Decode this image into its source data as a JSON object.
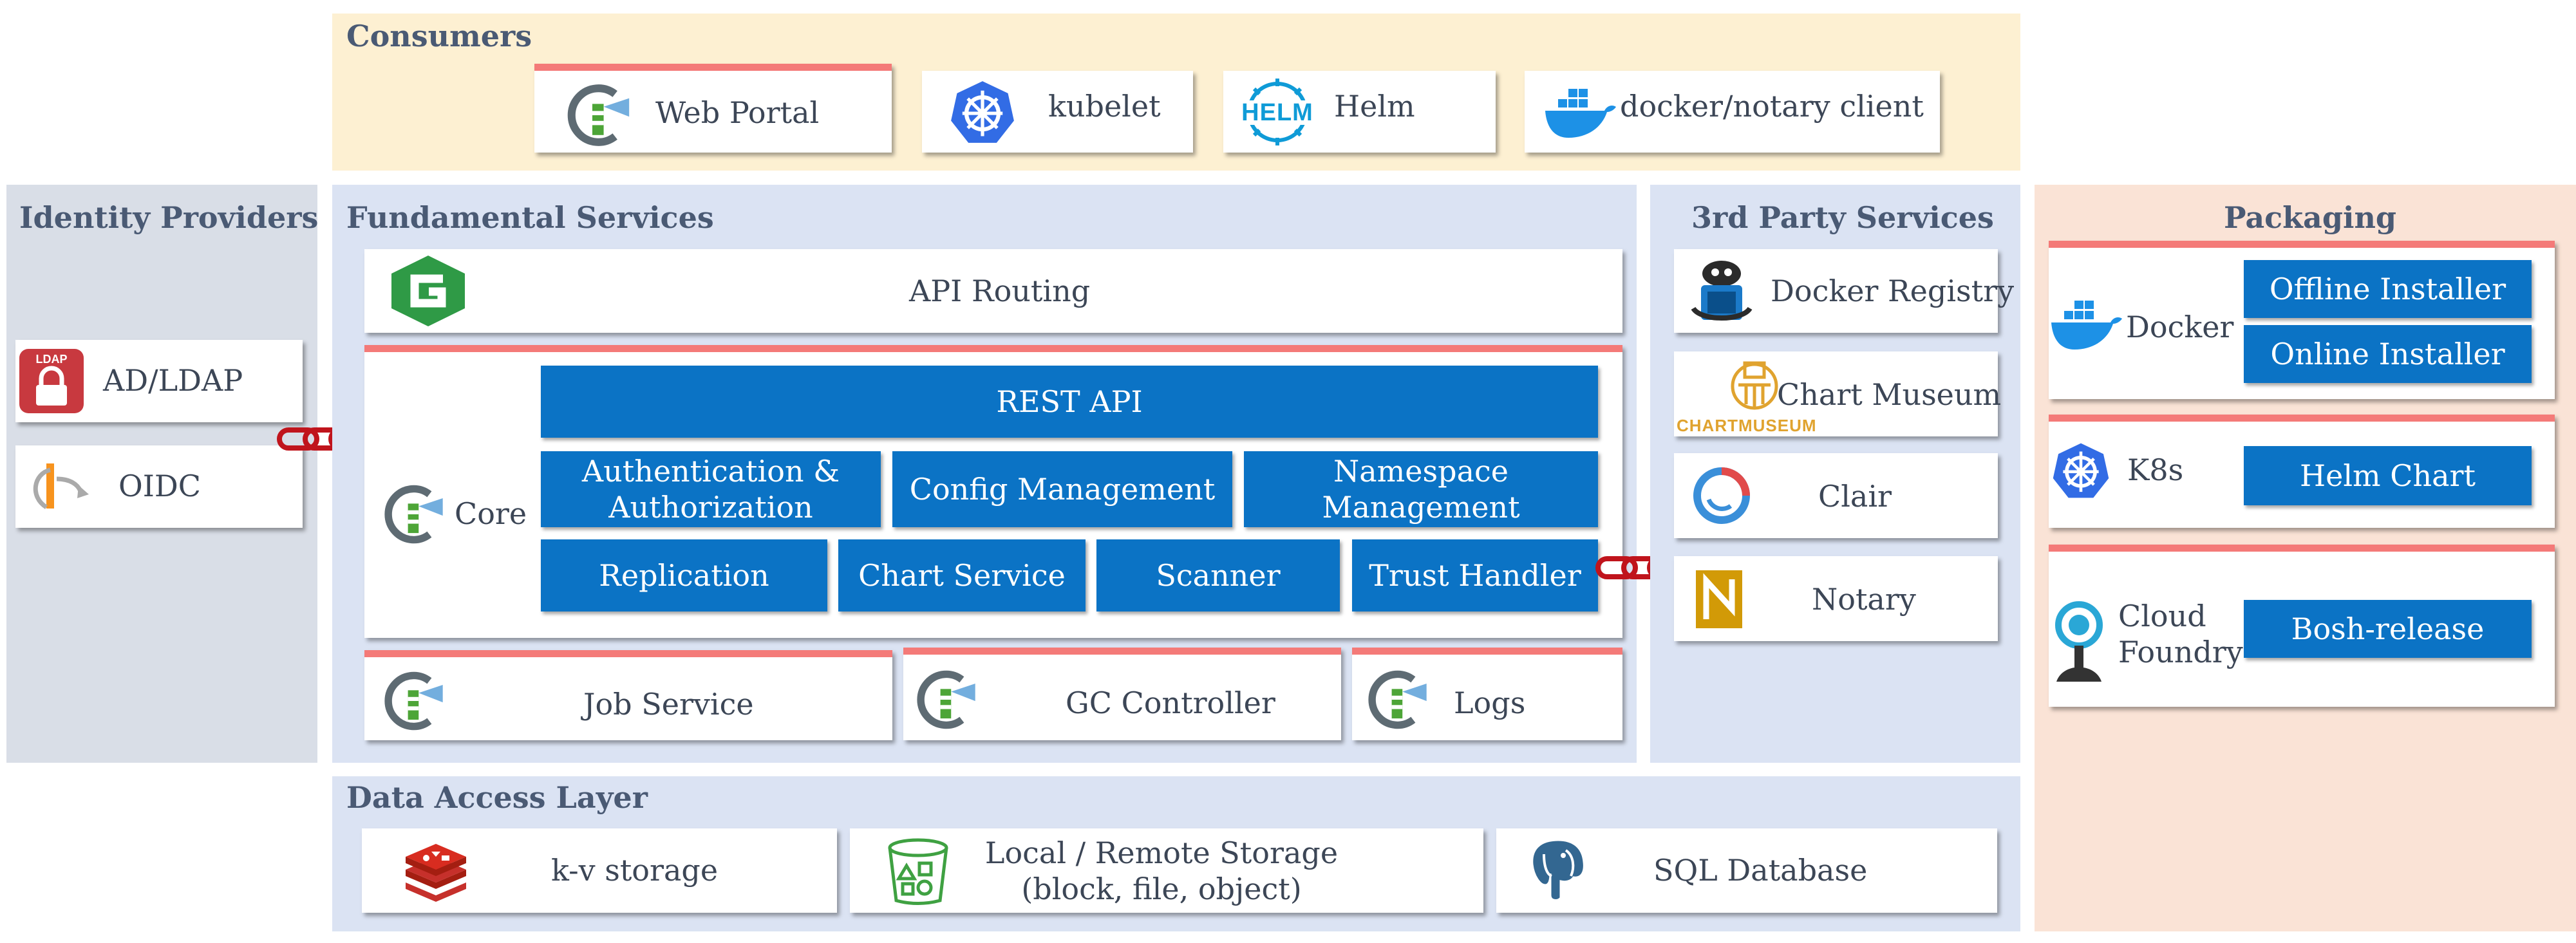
{
  "colors": {
    "consumers_bg": "#fdf0d2",
    "panel_bg": "#dbe3f3",
    "identity_bg": "#d9dee7",
    "packaging_bg": "#fae3d6",
    "blue_box": "#0b73c5",
    "accent_red": "#f47a78",
    "title_text": "#4a5a74",
    "link_red": "#c0141c"
  },
  "consumers": {
    "title": "Consumers",
    "items": [
      {
        "label": "Web Portal",
        "icon": "harbor-icon"
      },
      {
        "label": "kubelet",
        "icon": "kubernetes-icon"
      },
      {
        "label": "Helm",
        "icon": "helm-icon",
        "icon_text": "HELM"
      },
      {
        "label": "docker/notary client",
        "icon": "docker-icon"
      }
    ]
  },
  "identity": {
    "title": "Identity Providers",
    "items": [
      {
        "label": "AD/LDAP",
        "icon": "ldap-icon",
        "icon_text": "LDAP"
      },
      {
        "label": "OIDC",
        "icon": "oidc-icon"
      }
    ]
  },
  "fundamental": {
    "title": "Fundamental Services",
    "api_routing": "API Routing",
    "core": {
      "label": "Core",
      "rest_api": "REST API",
      "row1": [
        "Authentication & Authorization",
        "Config Management",
        "Namespace Management"
      ],
      "row2": [
        "Replication",
        "Chart Service",
        "Scanner",
        "Trust Handler"
      ]
    },
    "bottom": [
      "Job Service",
      "GC Controller",
      "Logs"
    ]
  },
  "third_party": {
    "title": "3rd Party Services",
    "items": [
      {
        "label": "Docker Registry",
        "icon": "docker-registry-icon"
      },
      {
        "label": "Chart Museum",
        "icon": "chartmuseum-icon",
        "icon_text": "CHARTMUSEUM"
      },
      {
        "label": "Clair",
        "icon": "clair-icon"
      },
      {
        "label": "Notary",
        "icon": "notary-icon"
      }
    ]
  },
  "packaging": {
    "title": "Packaging",
    "docker": {
      "label": "Docker",
      "buttons": [
        "Offline Installer",
        "Online Installer"
      ]
    },
    "k8s": {
      "label": "K8s",
      "buttons": [
        "Helm Chart"
      ]
    },
    "cloud_foundry": {
      "label": "Cloud Foundry",
      "buttons": [
        "Bosh-release"
      ]
    }
  },
  "data_access": {
    "title": "Data Access Layer",
    "items": [
      {
        "label": "k-v storage",
        "icon": "redis-icon"
      },
      {
        "label": "Local / Remote Storage (block, file, object)",
        "icon": "storage-bucket-icon"
      },
      {
        "label": "SQL Database",
        "icon": "postgresql-icon"
      }
    ]
  }
}
